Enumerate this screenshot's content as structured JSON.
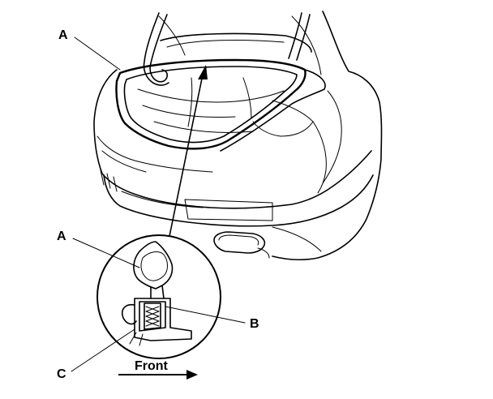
{
  "labels": {
    "a_top": "A",
    "a_detail": "A",
    "b": "B",
    "c": "C",
    "front": "Front"
  },
  "icons": {
    "front_arrow": "arrow-right-icon"
  }
}
